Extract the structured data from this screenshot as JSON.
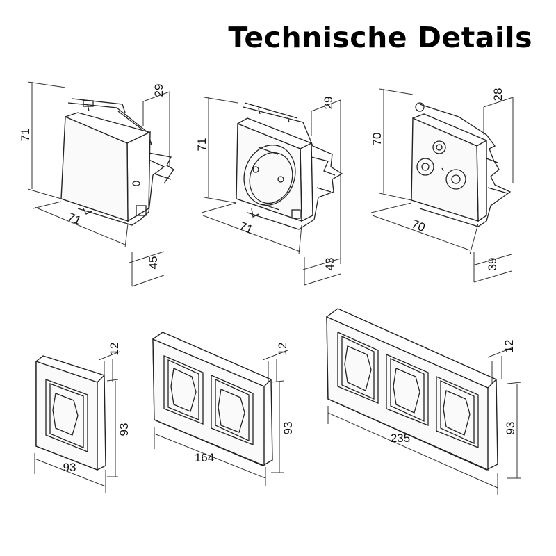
{
  "title": "Technische Details",
  "devices": {
    "switch": {
      "height": "71",
      "width": "71",
      "depth": "45",
      "top_depth": "29"
    },
    "socket": {
      "height": "71",
      "width": "71",
      "depth": "43",
      "top_depth": "29"
    },
    "antenna": {
      "height": "70",
      "width": "70",
      "depth": "39",
      "top_depth": "28"
    }
  },
  "frames": {
    "single": {
      "width": "93",
      "height": "93",
      "depth": "12"
    },
    "double": {
      "width": "164",
      "height": "93",
      "depth": "12"
    },
    "triple": {
      "width": "235",
      "height": "93",
      "depth": "12"
    }
  }
}
